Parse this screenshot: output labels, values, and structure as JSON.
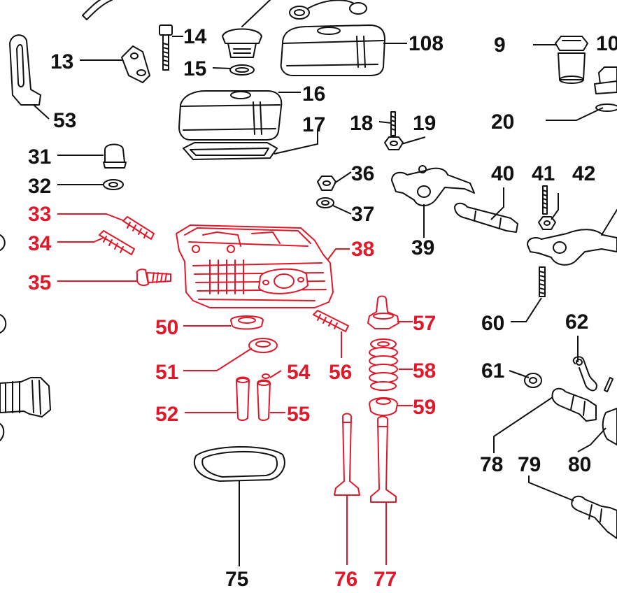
{
  "labels": {
    "l14": "14",
    "l15": "15",
    "l13": "13",
    "l53": "53",
    "l108": "108",
    "l9": "9",
    "l10": "10",
    "l16": "16",
    "l17": "17",
    "l18": "18",
    "l19": "19",
    "l20": "20",
    "l31": "31",
    "l32": "32",
    "l36": "36",
    "l37": "37",
    "l40": "40",
    "l41": "41",
    "l42": "42",
    "l33": "33",
    "l34": "34",
    "l35": "35",
    "l38": "38",
    "l39": "39",
    "l60": "60",
    "l50": "50",
    "l57": "57",
    "l62": "62",
    "l51": "51",
    "l54": "54",
    "l56": "56",
    "l58": "58",
    "l61": "61",
    "l52": "52",
    "l55": "55",
    "l59": "59",
    "l78": "78",
    "l79": "79",
    "l80": "80",
    "l75": "75",
    "l76": "76",
    "l77": "77"
  },
  "colors": {
    "highlight": "#e0192a",
    "ink": "#111111",
    "background": "#ffffff"
  }
}
